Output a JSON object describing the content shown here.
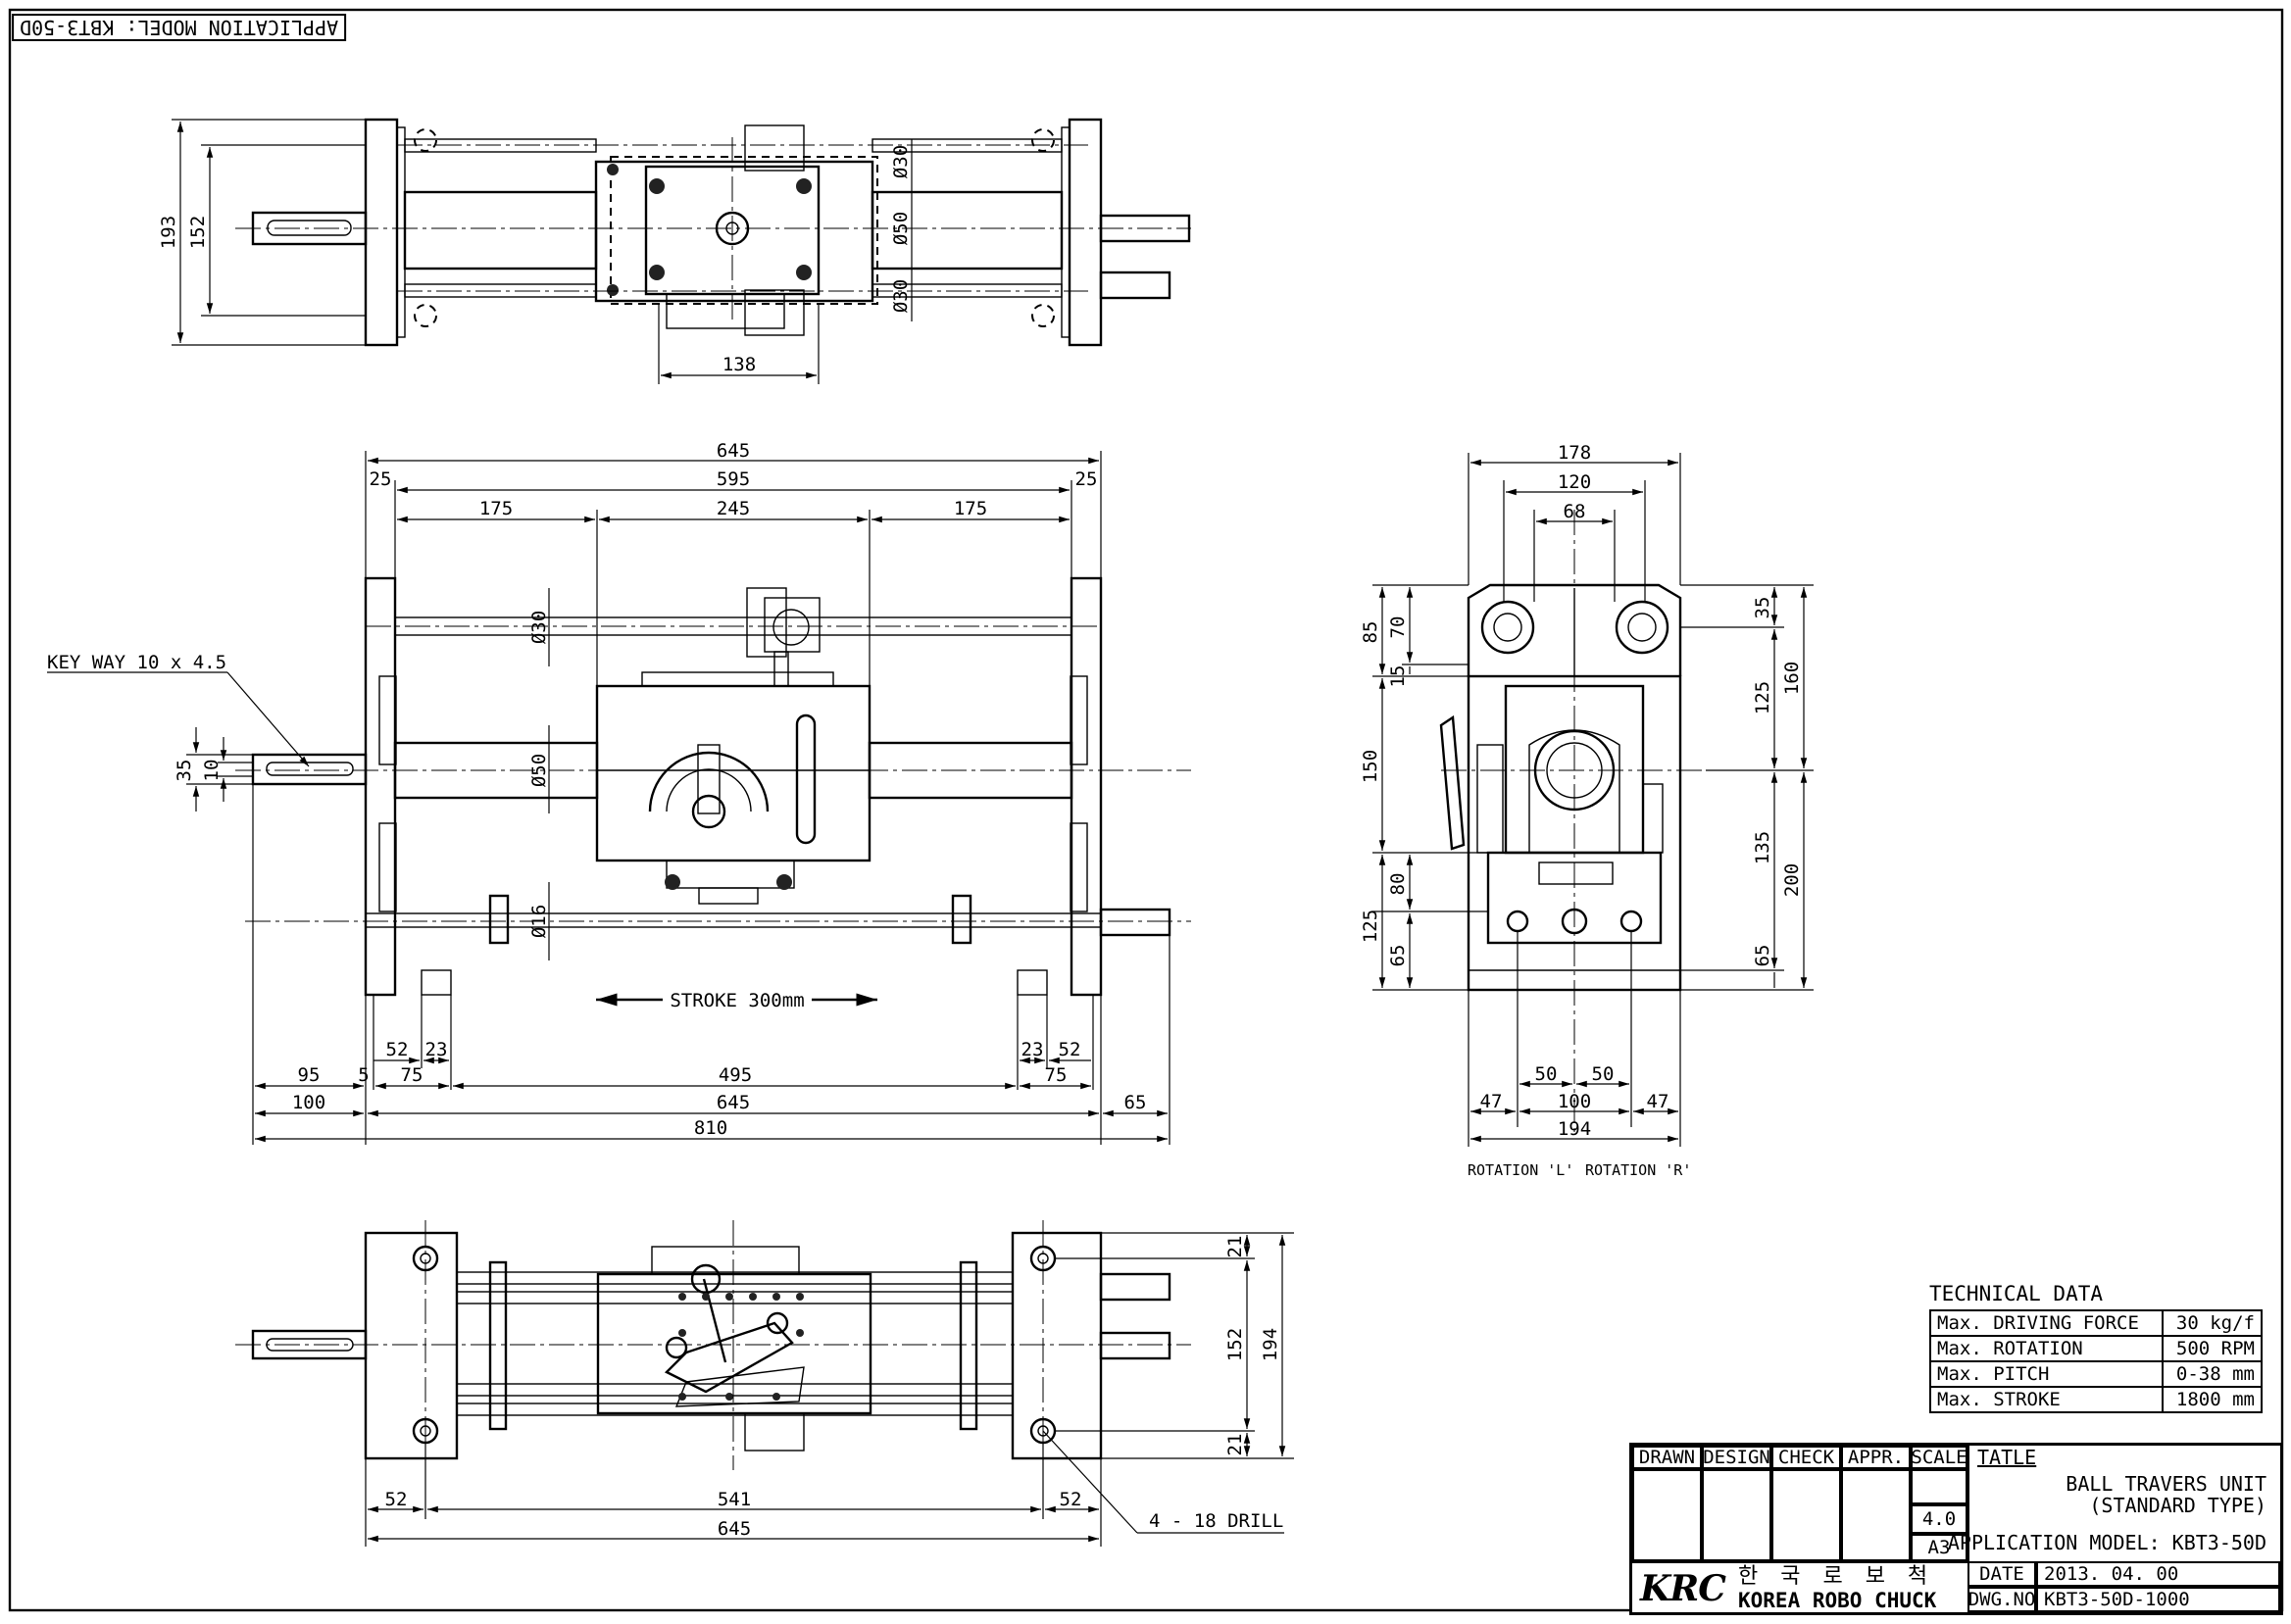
{
  "application_model_tag": "APPLICATION MODEL: KBT3-50D",
  "top_view": {
    "dims": {
      "d193": "193",
      "d152": "152",
      "d138": "138",
      "dia30a": "Ø30",
      "dia50": "Ø50",
      "dia30b": "Ø30"
    }
  },
  "front_view": {
    "top_dims": {
      "d645": "645",
      "d595": "595",
      "d25l": "25",
      "d25r": "25",
      "d175l": "175",
      "d245": "245",
      "d175r": "175"
    },
    "keyway_label": "KEY WAY 10 x 4.5",
    "left_dims": {
      "d35": "35",
      "d10": "10"
    },
    "dia_labels": {
      "dia30": "Ø30",
      "dia50": "Ø50",
      "dia16": "Ø16"
    },
    "stroke_label": "STROKE 300mm",
    "bottom_dims": {
      "d52l": "52",
      "d23l": "23",
      "d23r": "23",
      "d52r": "52",
      "d95": "95",
      "d5": "5",
      "d75l": "75",
      "d495": "495",
      "d75r": "75",
      "d100": "100",
      "d645": "645",
      "d65": "65",
      "d810": "810"
    }
  },
  "side_view": {
    "top_dims": {
      "d178": "178",
      "d120": "120",
      "d68": "68"
    },
    "left_dims": {
      "d85": "85",
      "d70": "70",
      "d15": "15",
      "d150": "150",
      "d80": "80",
      "d125": "125",
      "d65": "65"
    },
    "right_dims": {
      "d35": "35",
      "d125": "125",
      "d160": "160",
      "d135": "135",
      "d200": "200",
      "d65": "65"
    },
    "bottom_dims": {
      "d47l": "47",
      "d50l": "50",
      "d100": "100",
      "d50r": "50",
      "d47r": "47",
      "d194": "194"
    },
    "rotation_left": "ROTATION 'L'",
    "rotation_right": "ROTATION 'R'"
  },
  "bottom_view": {
    "dims": {
      "d21a": "21",
      "d152": "152",
      "d194": "194",
      "d21b": "21",
      "d52l": "52",
      "d541": "541",
      "d52r": "52",
      "d645": "645"
    },
    "drill_label": "4 - 18 DRILL"
  },
  "technical_data": {
    "title": "TECHNICAL DATA",
    "rows": [
      {
        "label": "Max. DRIVING FORCE",
        "value": "30 kg/f"
      },
      {
        "label": "Max. ROTATION",
        "value": "500 RPM"
      },
      {
        "label": "Max. PITCH",
        "value": "0-38 mm"
      },
      {
        "label": "Max. STROKE",
        "value": "1800 mm"
      }
    ]
  },
  "title_block": {
    "headers": [
      "DRAWN",
      "DESIGN",
      "CHECK",
      "APPR.",
      "SCALE"
    ],
    "scale_value": "4.0",
    "paper_size": "A3",
    "tatle_label": "TATLE",
    "title_line1": "BALL TRAVERS UNIT",
    "title_line2": "(STANDARD TYPE)",
    "application_model": "APPLICATION MODEL: KBT3-50D",
    "logo": "KRC",
    "korean_name": "한 국 로 보 척",
    "company_name": "KOREA ROBO CHUCK",
    "date_label": "DATE",
    "date_value": "2013. 04. 00",
    "dwg_label": "DWG.NO",
    "dwg_value": "KBT3-50D-1000"
  }
}
